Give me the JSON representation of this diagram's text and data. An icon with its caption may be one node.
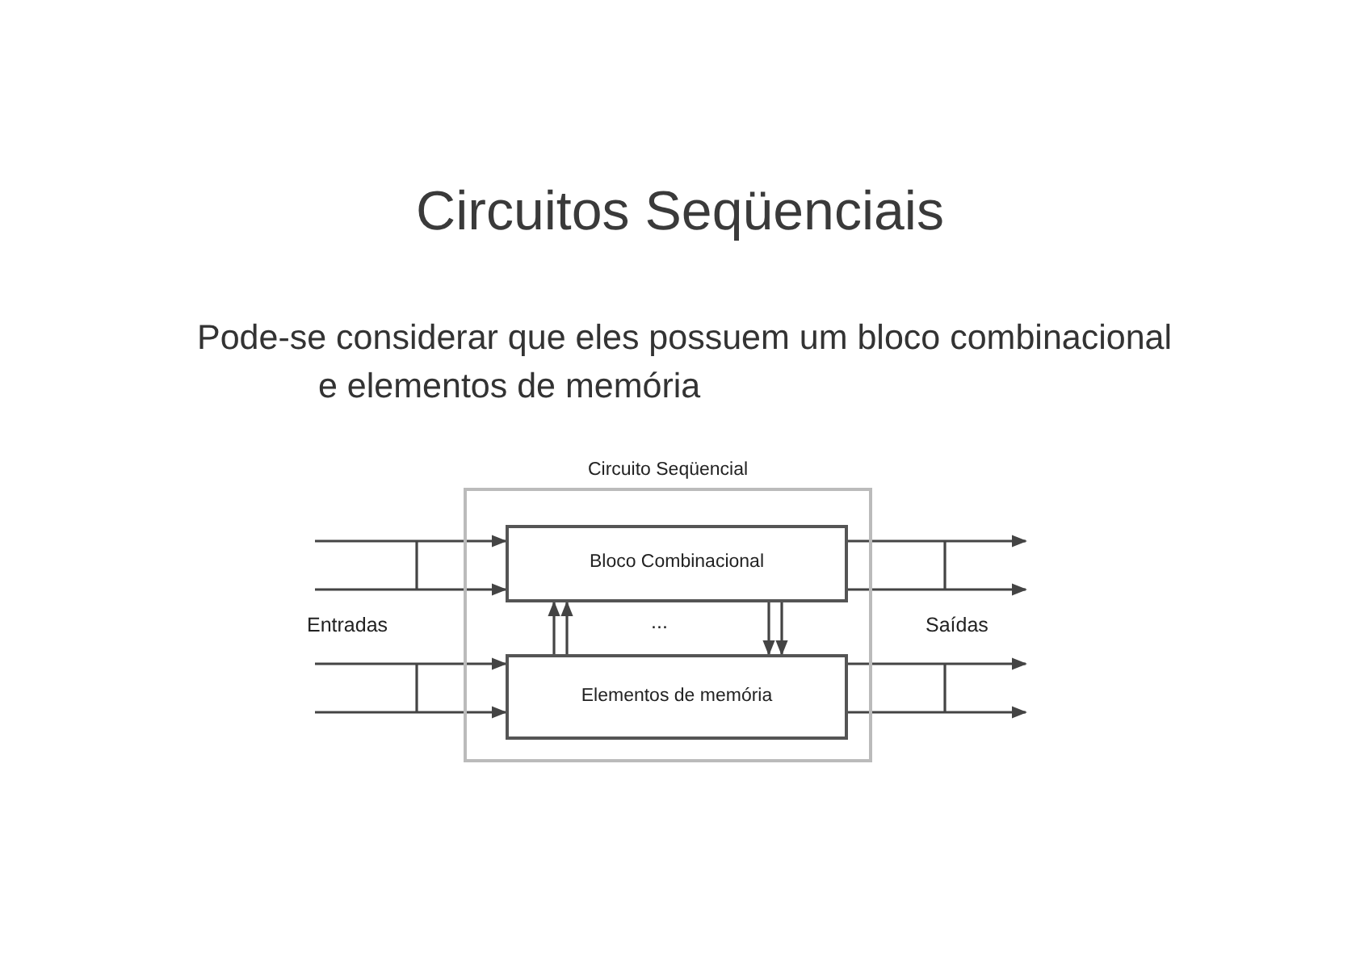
{
  "diagram": {
    "title": "Circuitos Seqüenciais",
    "nodes": [
      {
        "text": [
          "Circuito Seqüencial"
        ]
      },
      {
        "text": [
          "Bloco Combinacional"
        ],
        "in": 0
      },
      {
        "text": [
          "Elementos de memória"
        ],
        "in": 0
      }
    ],
    "edges": [
      {
        "from": null,
        "to": 1,
        "arrow": "to"
      },
      {
        "from": null,
        "to": 1,
        "arrow": "to"
      },
      {
        "from": null,
        "to": 2,
        "arrow": "to"
      },
      {
        "from": null,
        "to": 2,
        "arrow": "to"
      },
      {
        "from": 1,
        "to": null,
        "arrow": "to"
      },
      {
        "from": 1,
        "to": null,
        "arrow": "to"
      },
      {
        "from": 2,
        "to": null,
        "arrow": "to"
      },
      {
        "from": 2,
        "to": null,
        "arrow": "to"
      },
      {
        "from": 2,
        "to": 1,
        "arrow": "to"
      },
      {
        "from": 2,
        "to": 1,
        "arrow": "to"
      },
      {
        "from": 1,
        "to": 2,
        "arrow": "to"
      },
      {
        "from": 1,
        "to": 2,
        "arrow": "to"
      }
    ],
    "labels": [
      "Pode-se considerar que eles possuem um bloco combinacional e elementos de memória",
      "Entradas",
      "...",
      "Saídas"
    ]
  }
}
